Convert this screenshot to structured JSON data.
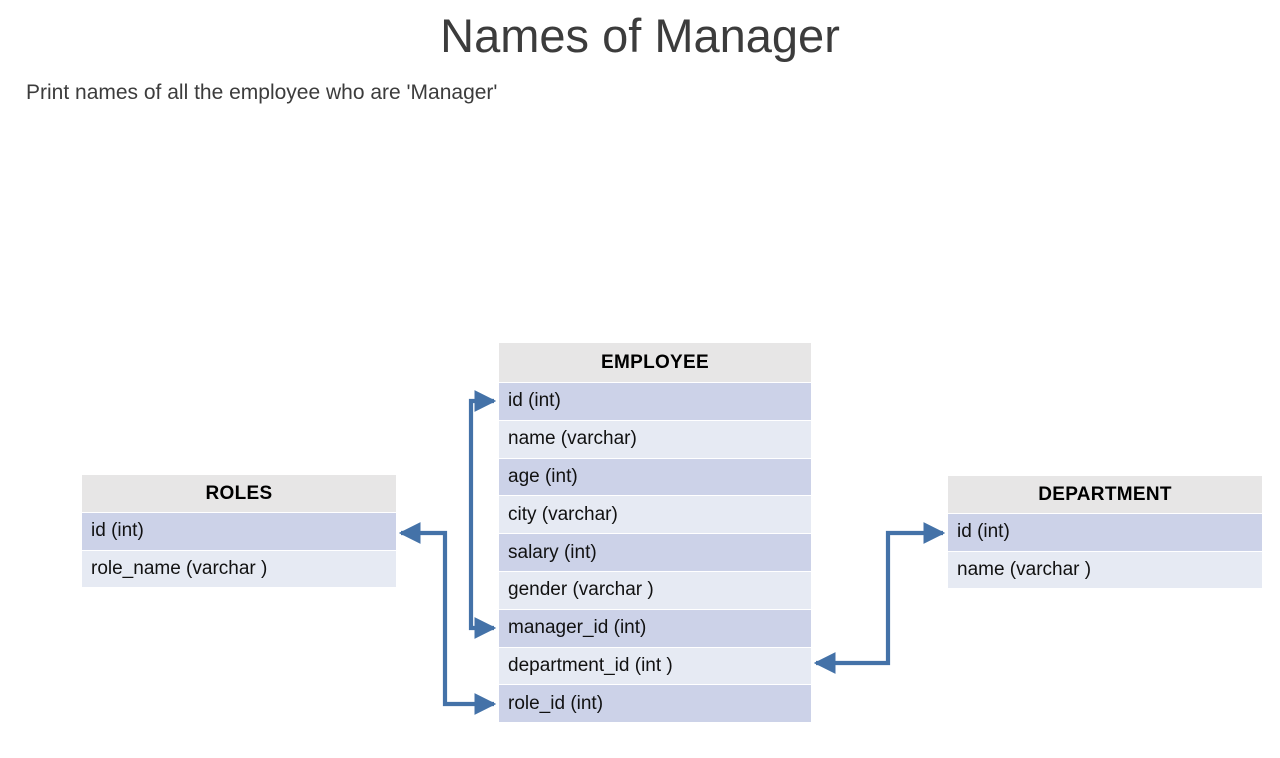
{
  "page": {
    "title": "Names of Manager",
    "subtitle": "Print names of all the employee who are 'Manager'"
  },
  "colors": {
    "title_text": "#3c3c3c",
    "table_header_bg": "#e7e6e6",
    "row_odd_bg": "#ccd2e8",
    "row_even_bg": "#e6eaf3",
    "connector": "#4472a8",
    "page_bg": "#ffffff"
  },
  "diagram": {
    "type": "entity-relationship",
    "tables": [
      {
        "id": "employee",
        "name": "EMPLOYEE",
        "columns": [
          "id (int)",
          "name (varchar)",
          "age (int)",
          "city (varchar)",
          "salary (int)",
          "gender (varchar )",
          "manager_id (int)",
          "department_id (int )",
          "role_id (int)"
        ]
      },
      {
        "id": "roles",
        "name": "ROLES",
        "columns": [
          "id (int)",
          "role_name (varchar )"
        ]
      },
      {
        "id": "department",
        "name": "DEPARTMENT",
        "columns": [
          "id (int)",
          "name (varchar )"
        ]
      }
    ],
    "relationships": [
      {
        "id": "self-manager",
        "from_table": "employee",
        "from_column": "manager_id (int)",
        "to_table": "employee",
        "to_column": "id (int)",
        "arrows": "both"
      },
      {
        "id": "role-fk",
        "from_table": "employee",
        "from_column": "role_id (int)",
        "to_table": "roles",
        "to_column": "id (int)",
        "arrows": "both"
      },
      {
        "id": "department-fk",
        "from_table": "employee",
        "from_column": "department_id (int )",
        "to_table": "department",
        "to_column": "id (int)",
        "arrows": "both"
      }
    ]
  }
}
